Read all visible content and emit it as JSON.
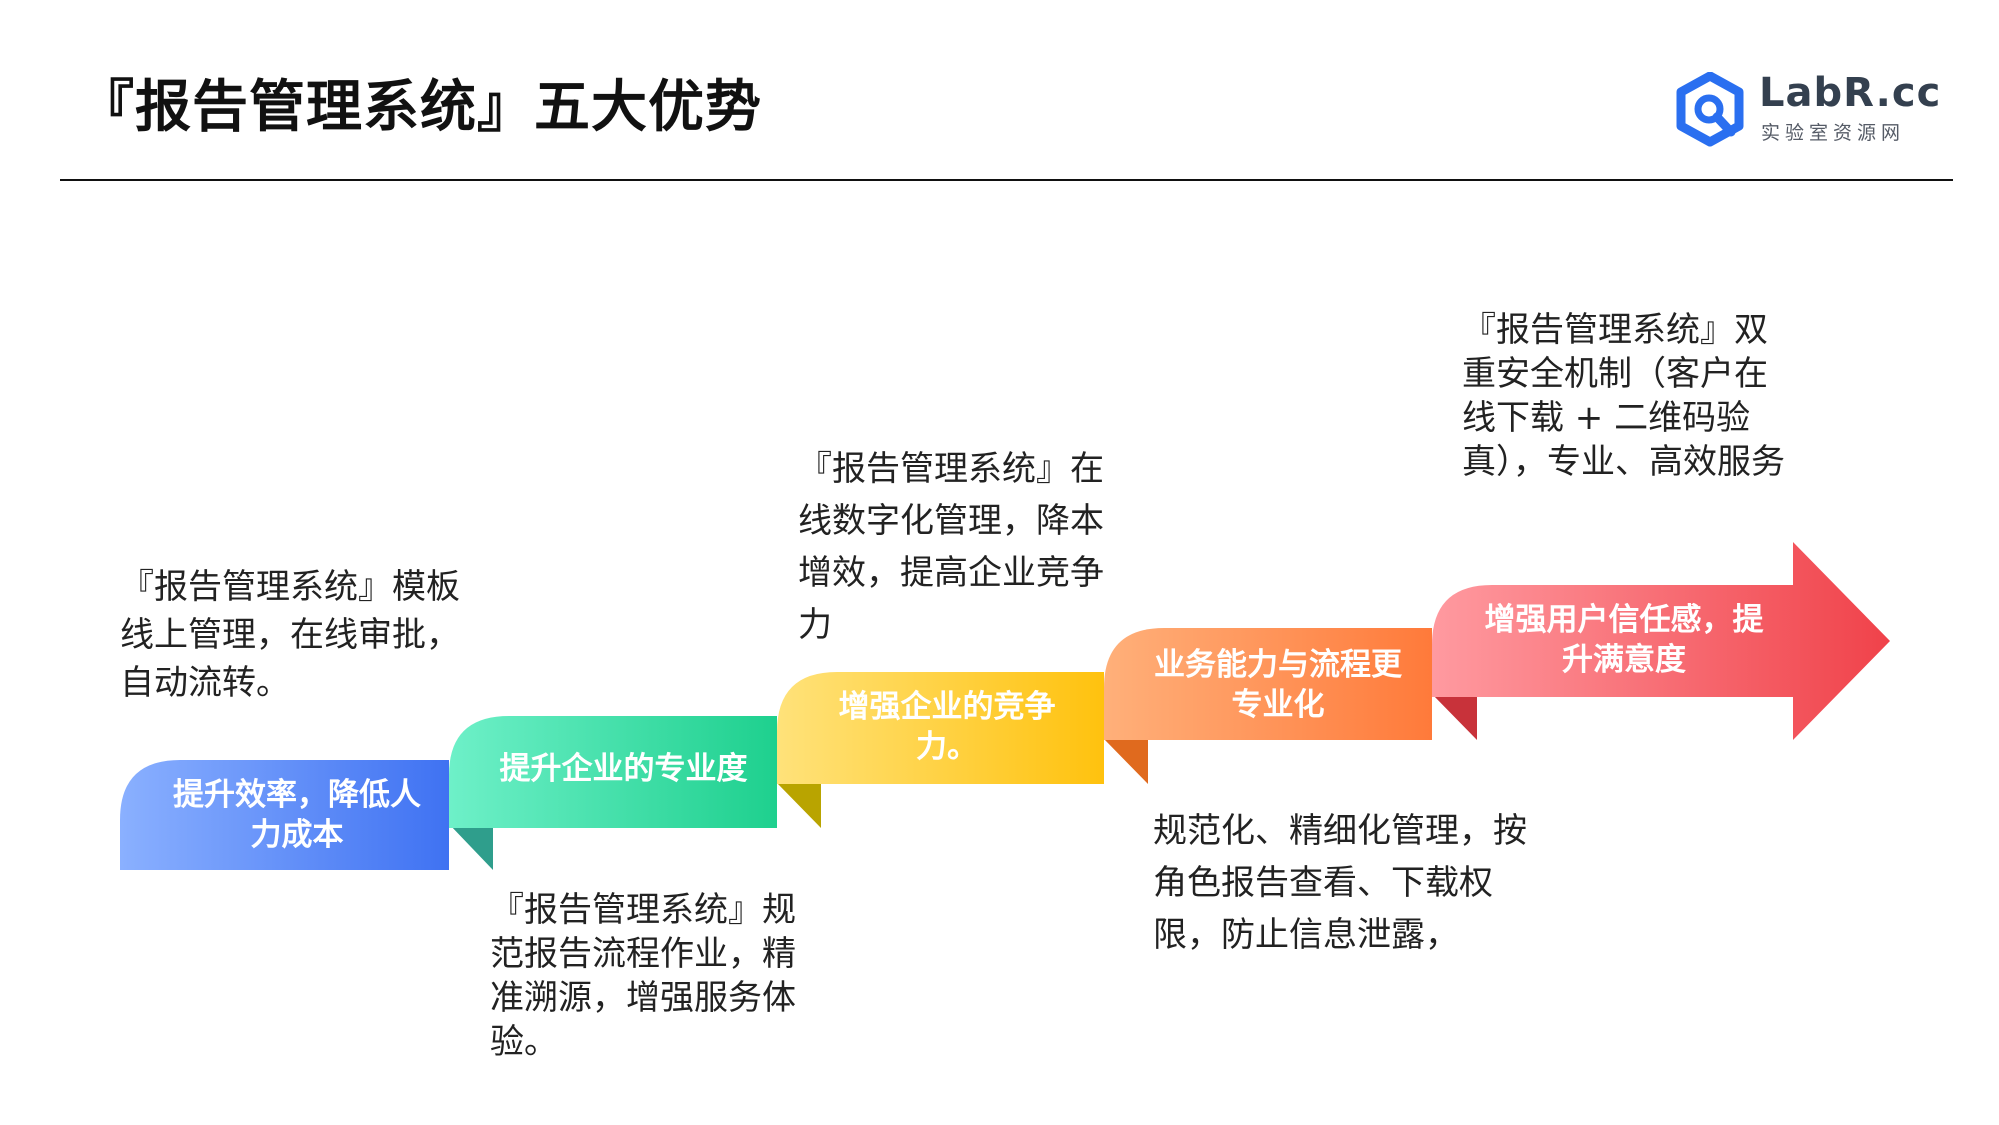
{
  "title": "『报告管理系统』五大优势",
  "logo": {
    "name": "LabR.cc",
    "subtitle": "实验室资源网",
    "brand_color": "#2a6ff0",
    "icon": "magnifier-hexagon-icon"
  },
  "steps": [
    {
      "label": "提升效率，降低人力成本",
      "description": "『报告管理系统』模板线上管理，在线审批，自动流转。",
      "color_start": "#8ab0ff",
      "color_end": "#3f72f2",
      "fold_color": "#2f9e8c"
    },
    {
      "label": "提升企业的专业度",
      "description": "『报告管理系统』规范报告流程作业，精准溯源，增强服务体验。",
      "color_start": "#6ef0c8",
      "color_end": "#1ed08e",
      "fold_color": "#b9a400"
    },
    {
      "label": "增强企业的竞争力。",
      "description": "『报告管理系统』在线数字化管理，降本增效，提高企业竞争力",
      "color_start": "#ffe27a",
      "color_end": "#ffc20e",
      "fold_color": "#e06a1e"
    },
    {
      "label": "业务能力与流程更专业化",
      "description": "规范化、精细化管理，按角色报告查看、下载权限，防止信息泄露，",
      "color_start": "#ffb07a",
      "color_end": "#ff7a3a",
      "fold_color": "#c8323a"
    },
    {
      "label": "增强用户信任感，提升满意度",
      "description": "『报告管理系统』双重安全机制（客户在线下载 + 二维码验真），专业、高效服务",
      "color_start": "#ff9aa0",
      "color_end": "#f0424a"
    }
  ]
}
